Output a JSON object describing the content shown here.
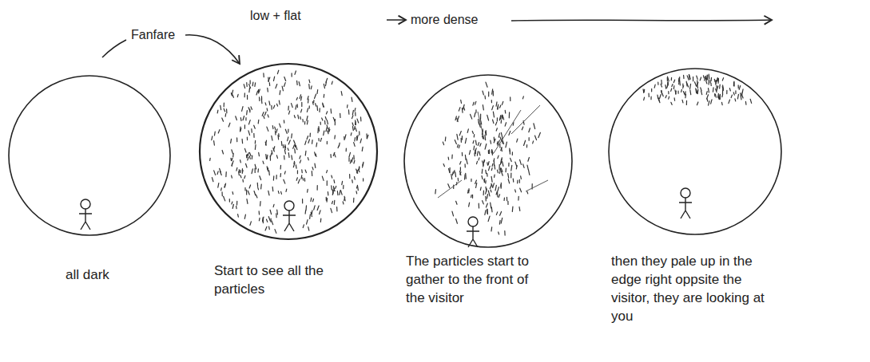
{
  "diagram": {
    "nodes": [
      {
        "text": [
          "all dark"
        ]
      },
      {
        "text": [
          "Start to see all the particles"
        ]
      },
      {
        "text": [
          "The particles start to gather to the front of the visitor"
        ]
      },
      {
        "text": [
          "then they pale up in the edge right oppsite the visitor, they are looking at you"
        ]
      }
    ],
    "labels": [
      "Fanfare",
      "low + flat",
      "more dense"
    ]
  }
}
